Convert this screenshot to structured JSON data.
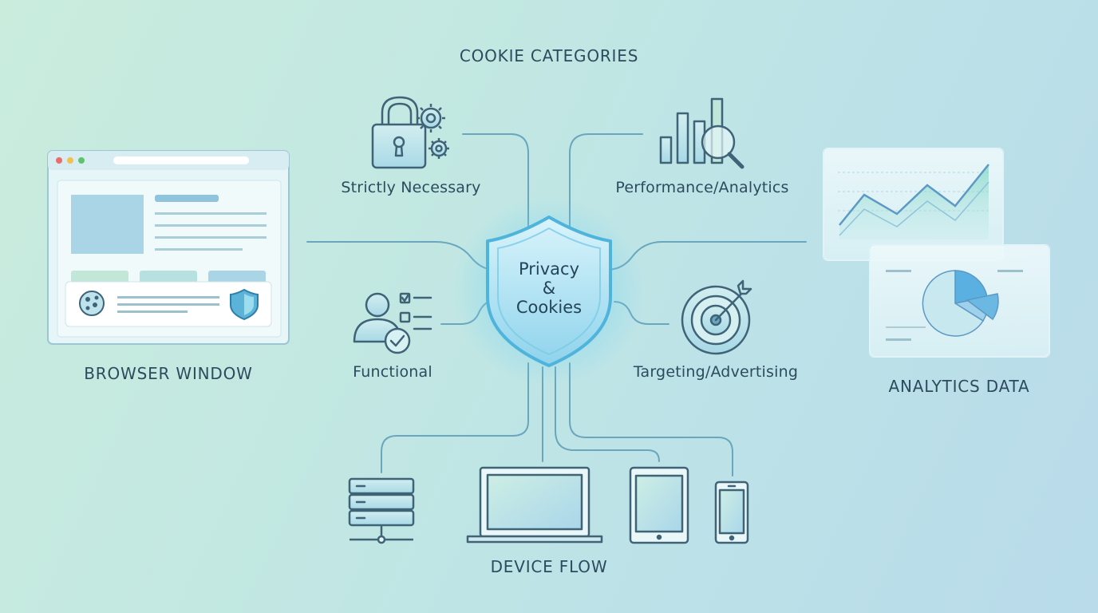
{
  "diagram": {
    "header": "COOKIE CATEGORIES",
    "center": {
      "line1": "Privacy",
      "line2": "&",
      "line3": "Cookies"
    },
    "categories": {
      "strictly_necessary": "Strictly Necessary",
      "performance_analytics": "Performance/Analytics",
      "functional": "Functional",
      "targeting_advertising": "Targeting/Advertising"
    },
    "browser_label": "BROWSER WINDOW",
    "analytics_label": "ANALYTICS DATA",
    "devices_label": "DEVICE FLOW"
  },
  "colors": {
    "stroke": "#3f6377",
    "connector": "#6aa6bd",
    "accent": "#4fb4dc",
    "shield_glow": "#5fd0f0",
    "fill_light": "#bfe3ec"
  },
  "icons": {
    "strictly_necessary": "lock-gear-icon",
    "performance_analytics": "bar-chart-magnifier-icon",
    "functional": "user-checklist-icon",
    "targeting_advertising": "target-arrow-icon",
    "center": "shield-icon",
    "browser_cookie": "cookie-icon",
    "browser_shield": "shield-icon",
    "devices": [
      "server-icon",
      "laptop-icon",
      "tablet-icon",
      "phone-icon"
    ]
  }
}
